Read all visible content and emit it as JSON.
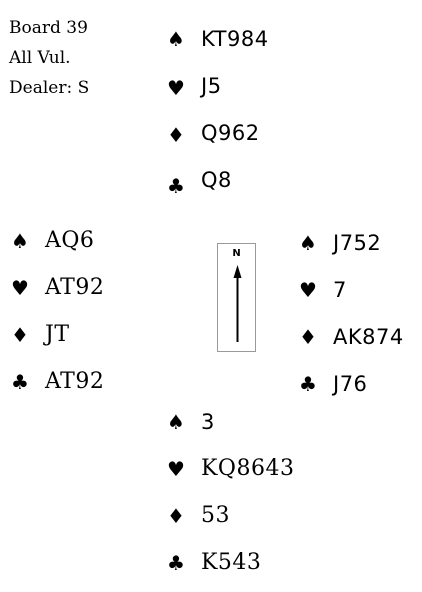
{
  "board": {
    "number": "Board 39",
    "vulnerability": "All Vul.",
    "dealer": "Dealer: S"
  },
  "compass": {
    "label": "N"
  },
  "suits": {
    "spades": "♠",
    "hearts": "♥",
    "diamonds": "♦",
    "clubs": "♣"
  },
  "hands": {
    "north": {
      "spades": "KT984",
      "hearts": "J5",
      "diamonds": "Q962",
      "clubs": "Q8"
    },
    "west": {
      "spades": "AQ6",
      "hearts": "AT92",
      "diamonds": "JT",
      "clubs": "AT92"
    },
    "east": {
      "spades": "J752",
      "hearts": "7",
      "diamonds": "AK874",
      "clubs": "J76"
    },
    "south": {
      "spades": "3",
      "hearts": "KQ8643",
      "diamonds": "53",
      "clubs": "K543"
    }
  }
}
